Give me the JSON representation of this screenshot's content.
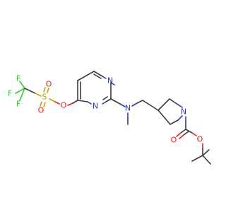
{
  "molecule": {
    "atoms": {
      "f_top": {
        "symbol": "F",
        "color": "#33cc33"
      },
      "f_left": {
        "symbol": "F",
        "color": "#33cc33"
      },
      "f_bottom": {
        "symbol": "F",
        "color": "#33cc33"
      },
      "s": {
        "symbol": "S",
        "color": "#c9a400"
      },
      "o_s_top": {
        "symbol": "O",
        "color": "#e8221b"
      },
      "o_s_bottom": {
        "symbol": "O",
        "color": "#e8221b"
      },
      "o_ether": {
        "symbol": "O",
        "color": "#e8221b"
      },
      "n_ring_top": {
        "symbol": "N",
        "color": "#2b3bd9"
      },
      "n_ring_bottom": {
        "symbol": "N",
        "color": "#2b3bd9"
      },
      "n_amine": {
        "symbol": "N",
        "color": "#2b3bd9"
      },
      "n_azetidine": {
        "symbol": "N",
        "color": "#2b3bd9"
      },
      "o_carbonyl": {
        "symbol": "O",
        "color": "#e8221b"
      },
      "o_ester": {
        "symbol": "O",
        "color": "#e8221b"
      }
    }
  }
}
